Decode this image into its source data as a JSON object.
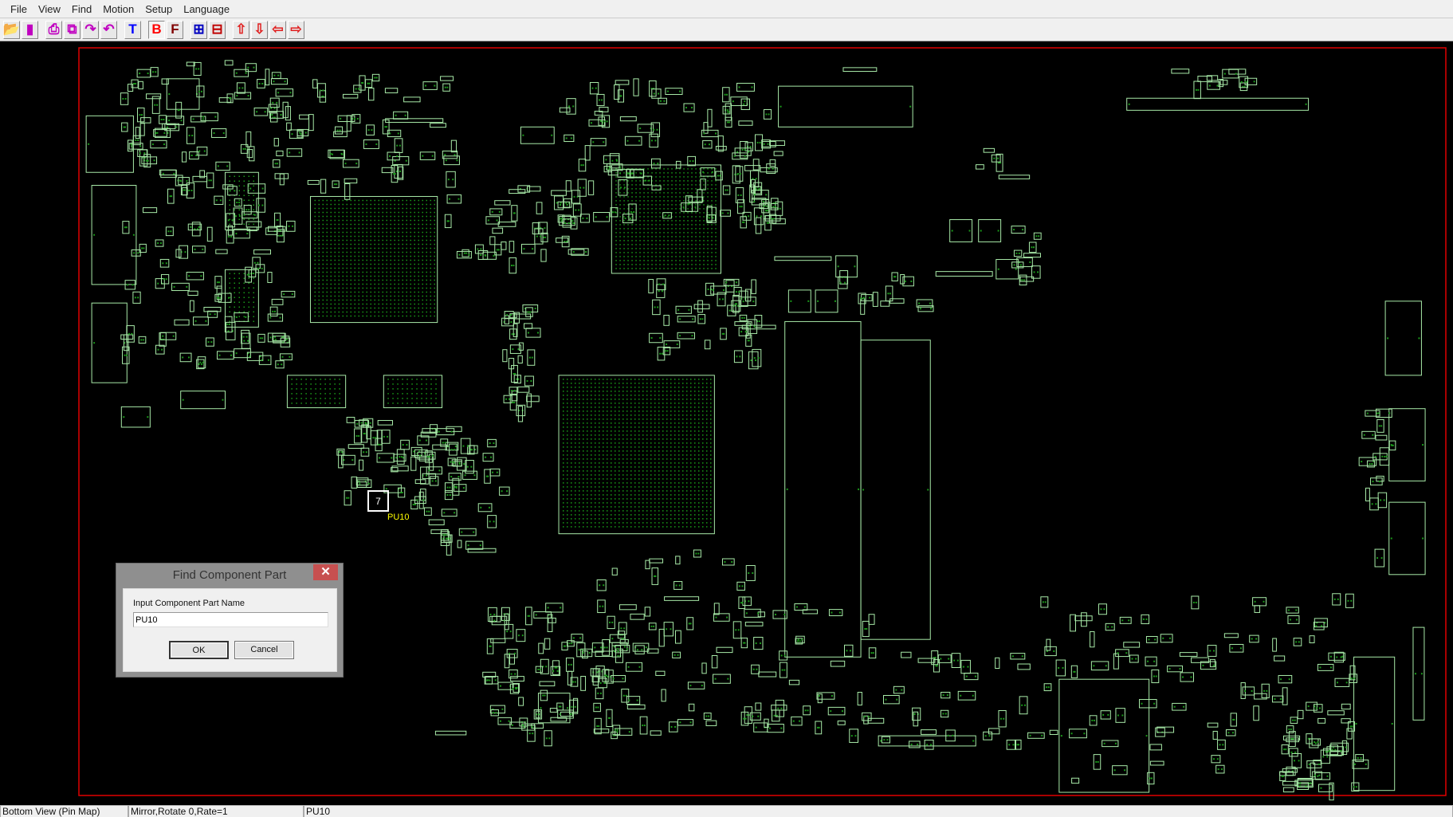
{
  "menu": [
    "File",
    "View",
    "Find",
    "Motion",
    "Setup",
    "Language"
  ],
  "toolbar": [
    {
      "name": "open-icon",
      "glyph": "📂"
    },
    {
      "name": "exit-icon",
      "glyph": "▮"
    },
    {
      "name": "print-icon",
      "glyph": "⎙"
    },
    {
      "name": "copy-icon",
      "glyph": "⧉"
    },
    {
      "name": "rotate-icon",
      "glyph": "↷"
    },
    {
      "name": "mirror-icon",
      "glyph": "↶"
    },
    {
      "name": "top-view-icon",
      "glyph": "T",
      "color": "#0000ff"
    },
    {
      "name": "bottom-view-icon",
      "glyph": "B",
      "color": "#ff0000",
      "pressed": true
    },
    {
      "name": "full-view-icon",
      "glyph": "F",
      "color": "#800000"
    },
    {
      "name": "zoom-in-icon",
      "glyph": "⊞",
      "color": "#0000c0"
    },
    {
      "name": "zoom-out-icon",
      "glyph": "⊟",
      "color": "#c00000"
    },
    {
      "name": "move-up-icon",
      "glyph": "⇧",
      "color": "#e02020"
    },
    {
      "name": "move-down-icon",
      "glyph": "⇩",
      "color": "#e02020"
    },
    {
      "name": "move-left-icon",
      "glyph": "⇦",
      "color": "#e02020"
    },
    {
      "name": "move-right-icon",
      "glyph": "⇨",
      "color": "#e02020"
    }
  ],
  "board": {
    "highlight_label": "PU10",
    "highlight_pin": "7",
    "outline_color": "#e00000",
    "part_color": "#a8eaa8",
    "pin_color": "#1a9a1a",
    "highlight_color": "#ffff00"
  },
  "dialog": {
    "title": "Find Component Part",
    "close": "✕",
    "label": "Input Component Part Name",
    "value": "PU10",
    "ok": "OK",
    "cancel": "Cancel"
  },
  "status": {
    "view": "Bottom View (Pin Map)",
    "transform": "Mirror,Rotate 0,Rate=1",
    "part": "PU10"
  }
}
